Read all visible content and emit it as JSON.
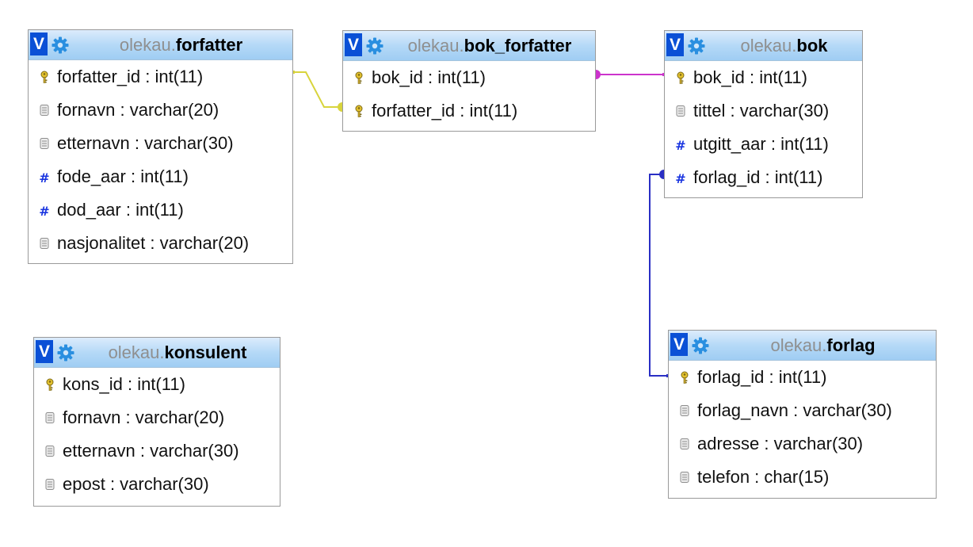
{
  "tables": [
    {
      "id": "forfatter",
      "db": "olekau",
      "name": "forfatter",
      "columns": [
        {
          "name": "forfatter_id",
          "type": "int(11)",
          "icon": "key-icon"
        },
        {
          "name": "fornavn",
          "type": "varchar(20)",
          "icon": "text-icon"
        },
        {
          "name": "etternavn",
          "type": "varchar(30)",
          "icon": "text-icon"
        },
        {
          "name": "fode_aar",
          "type": "int(11)",
          "icon": "number-icon"
        },
        {
          "name": "dod_aar",
          "type": "int(11)",
          "icon": "number-icon"
        },
        {
          "name": "nasjonalitet",
          "type": "varchar(20)",
          "icon": "text-icon"
        }
      ]
    },
    {
      "id": "bok_forfatter",
      "db": "olekau",
      "name": "bok_forfatter",
      "columns": [
        {
          "name": "bok_id",
          "type": "int(11)",
          "icon": "key-icon"
        },
        {
          "name": "forfatter_id",
          "type": "int(11)",
          "icon": "key-icon"
        }
      ]
    },
    {
      "id": "bok",
      "db": "olekau",
      "name": "bok",
      "columns": [
        {
          "name": "bok_id",
          "type": "int(11)",
          "icon": "key-icon"
        },
        {
          "name": "tittel",
          "type": "varchar(30)",
          "icon": "text-icon"
        },
        {
          "name": "utgitt_aar",
          "type": "int(11)",
          "icon": "number-icon"
        },
        {
          "name": "forlag_id",
          "type": "int(11)",
          "icon": "number-icon"
        }
      ]
    },
    {
      "id": "konsulent",
      "db": "olekau",
      "name": "konsulent",
      "columns": [
        {
          "name": "kons_id",
          "type": "int(11)",
          "icon": "key-icon"
        },
        {
          "name": "fornavn",
          "type": "varchar(20)",
          "icon": "text-icon"
        },
        {
          "name": "etternavn",
          "type": "varchar(30)",
          "icon": "text-icon"
        },
        {
          "name": "epost",
          "type": "varchar(30)",
          "icon": "text-icon"
        }
      ]
    },
    {
      "id": "forlag",
      "db": "olekau",
      "name": "forlag",
      "columns": [
        {
          "name": "forlag_id",
          "type": "int(11)",
          "icon": "key-icon"
        },
        {
          "name": "forlag_navn",
          "type": "varchar(30)",
          "icon": "text-icon"
        },
        {
          "name": "adresse",
          "type": "varchar(30)",
          "icon": "text-icon"
        },
        {
          "name": "telefon",
          "type": "char(15)",
          "icon": "text-icon"
        }
      ]
    }
  ],
  "toggle_label": "V",
  "relations": [
    {
      "from_table": "forfatter",
      "from_column": "forfatter_id",
      "to_table": "bok_forfatter",
      "to_column": "forfatter_id",
      "color": "#d8d43c"
    },
    {
      "from_table": "bok",
      "from_column": "bok_id",
      "to_table": "bok_forfatter",
      "to_column": "bok_id",
      "color": "#cc33cc"
    },
    {
      "from_table": "forlag",
      "from_column": "forlag_id",
      "to_table": "bok",
      "to_column": "forlag_id",
      "color": "#2a2fc4"
    }
  ],
  "colors": {
    "header_gradient_top": "#dcecfc",
    "header_gradient_bottom": "#9fcdf3",
    "toggle_bg": "#0a50d6",
    "gear": "#2a8fe0",
    "db_prefix": "#8f8f8f",
    "number_icon": "#1a35e0"
  }
}
